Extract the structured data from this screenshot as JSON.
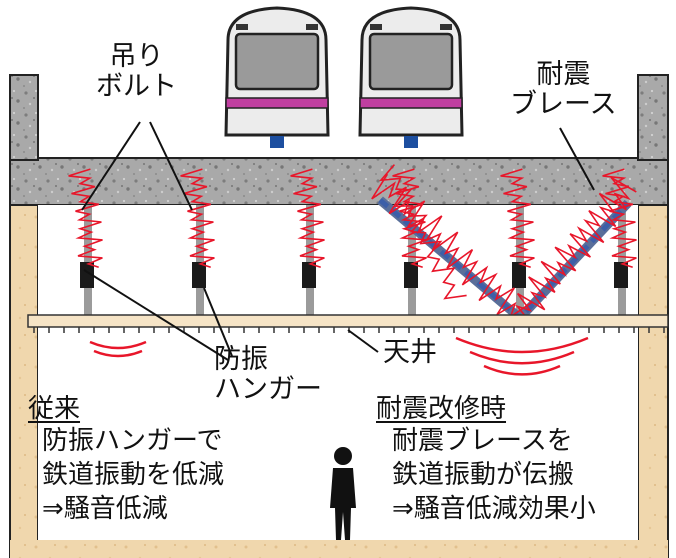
{
  "labels": {
    "hanging_bolt": "吊り\nボルト",
    "seismic_brace": "耐震\nブレース",
    "antivibration_hanger": "防振\nハンガー",
    "ceiling": "天井",
    "conventional_title": "従来",
    "conventional_body": "防振ハンガーで\n鉄道振動を低減\n⇒騒音低減",
    "retrofit_title": "耐震改修時",
    "retrofit_body": "耐震ブレースを\n鉄道振動が伝搬\n⇒騒音低減効果小"
  },
  "colors": {
    "concrete": "#a9a9a9",
    "wall": "#f0d7ad",
    "vibration": "#e8162a",
    "brace": "#3d5fa8",
    "train_stripe": "#c03fa0",
    "train_body": "#ececec"
  },
  "icons": [
    "train-icon",
    "person-icon"
  ]
}
